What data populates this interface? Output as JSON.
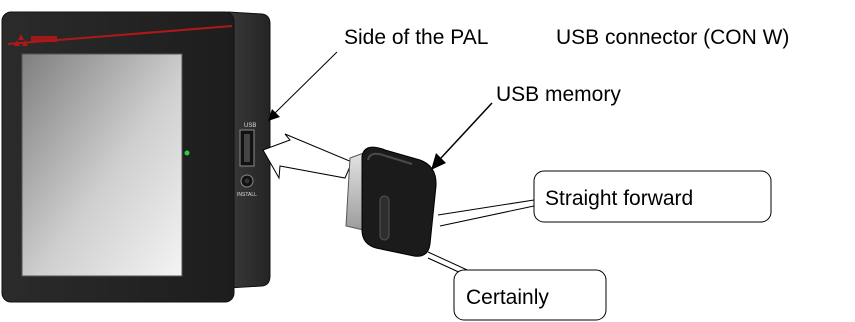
{
  "labels": {
    "side": "Side of the PAL",
    "connector": "USB connector (CON W)",
    "memory": "USB memory",
    "straight": "Straight forward",
    "certainly": "Certainly",
    "install": "INSTALL",
    "usb_mark": "USB"
  },
  "colors": {
    "device_body": "#262626",
    "device_edge": "#3a3a3a",
    "screen_top": "#8f8f8f",
    "screen_bottom": "#f2f2f2",
    "brand_red": "#b01818",
    "led": "#2ecc40",
    "usb_body": "#1a1a1a",
    "usb_plug": "#c8c8c8"
  },
  "icons": [
    "usb-connector-icon",
    "install-button-icon",
    "power-led-icon",
    "brand-logo"
  ]
}
